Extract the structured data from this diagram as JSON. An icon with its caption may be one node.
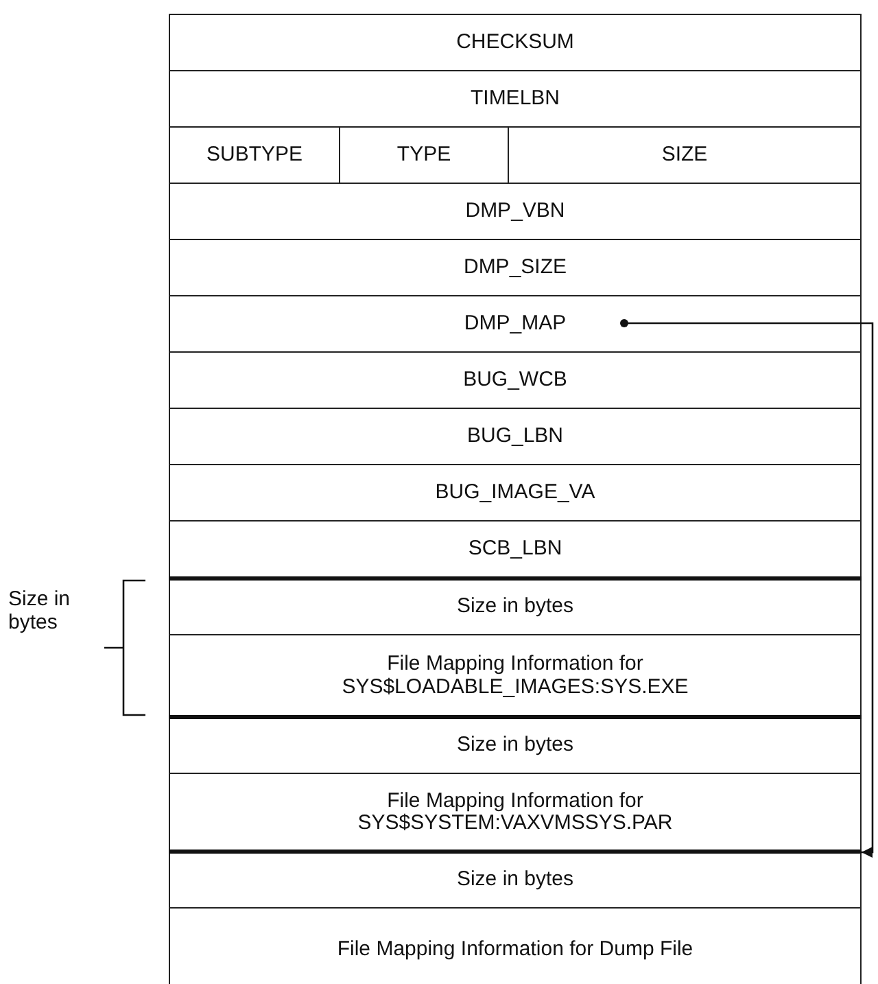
{
  "diagram": {
    "nodes": [
      {
        "text": [
          "CHECKSUM"
        ]
      },
      {
        "text": [
          "TIMELBN"
        ]
      },
      {
        "text": [
          "SUBTYPE"
        ]
      },
      {
        "text": [
          "TYPE"
        ]
      },
      {
        "text": [
          "SIZE"
        ]
      },
      {
        "text": [
          "DMP_VBN"
        ]
      },
      {
        "text": [
          "DMP_SIZE"
        ]
      },
      {
        "text": [
          "DMP_MAP"
        ]
      },
      {
        "text": [
          "BUG_WCB"
        ]
      },
      {
        "text": [
          "BUG_LBN"
        ]
      },
      {
        "text": [
          "BUG_IMAGE_VA"
        ]
      },
      {
        "text": [
          "SCB_LBN"
        ]
      },
      {
        "text": [
          "Size in bytes"
        ]
      },
      {
        "text": [
          "File Mapping Information for SYS$LOADABLE_IMAGES:SYS.EXE"
        ]
      },
      {
        "text": [
          "Size in bytes"
        ]
      },
      {
        "text": [
          "File Mapping Information for SYS$SYSTEM:VAXVMSSYS.PAR"
        ]
      },
      {
        "text": [
          "Size in bytes"
        ]
      },
      {
        "text": [
          "File Mapping Information for Dump File"
        ]
      }
    ],
    "edges": [
      {
        "from": 7,
        "to": 16,
        "arrow": "to"
      }
    ],
    "labels": [
      "Size in bytes"
    ]
  }
}
